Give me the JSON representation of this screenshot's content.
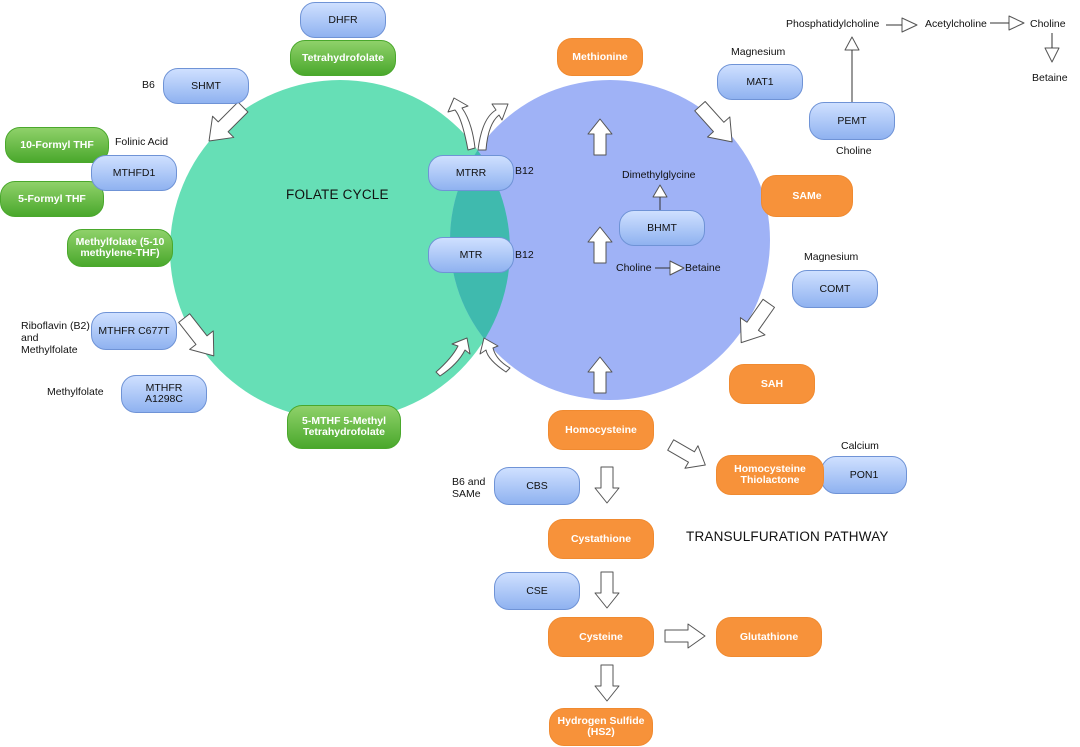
{
  "titles": {
    "folate_cycle": "FOLATE CYCLE",
    "transsulfuration": "TRANSULFURATION PATHWAY"
  },
  "enzymes": {
    "dhfr": "DHFR",
    "shmt": "SHMT",
    "mthfd1": "MTHFD1",
    "mthfr_c677t": "MTHFR C677T",
    "mthfr_a1298c": "MTHFR A1298C",
    "mtrr": "MTRR",
    "mtr": "MTR",
    "bhmt": "BHMT",
    "mat1": "MAT1",
    "pemt": "PEMT",
    "comt": "COMT",
    "cbs": "CBS",
    "cse": "CSE",
    "pon1": "PON1"
  },
  "folates": {
    "tetrahydrofolate": "Tetrahydrofolate",
    "formyl10": "10-Formyl THF",
    "formyl5": "5-Formyl THF",
    "methylfolate": "Methylfolate (5-10 methylene-THF)",
    "mthf": "5-MTHF 5-Methyl Tetrahydrofolate"
  },
  "metabolites": {
    "methionine": "Methionine",
    "same": "SAMe",
    "sah": "SAH",
    "homocysteine": "Homocysteine",
    "hcy_thiolactone": "Homocysteine Thiolactone",
    "cystathione": "Cystathione",
    "cysteine": "Cysteine",
    "glutathione": "Glutathione",
    "hydrogen_sulfide": "Hydrogen Sulfide (HS2)"
  },
  "cofactors": {
    "b6": "B6",
    "folinic_acid": "Folinic Acid",
    "riboflavin": "Riboflavin (B2) and Methylfolate",
    "methylfolate": "Methylfolate",
    "b12_mtrr": "B12",
    "b12_mtr": "B12",
    "magnesium_mat1": "Magnesium",
    "magnesium_comt": "Magnesium",
    "choline_pemt": "Choline",
    "calcium": "Calcium",
    "b6_same": "B6 and SAMe"
  },
  "bhmt_reaction": {
    "dimethylglycine": "Dimethylglycine",
    "choline": "Choline",
    "betaine": "Betaine"
  },
  "choline_pathway": {
    "phosphatidylcholine": "Phosphatidylcholine",
    "acetylcholine": "Acetylcholine",
    "choline": "Choline",
    "betaine": "Betaine"
  },
  "colors": {
    "folate_circle": "#66dfb6",
    "methylation_circle": "#9fb2f6",
    "overlap": "#3fbaae",
    "enzyme_blue": "#8fb2f0",
    "folate_green": "#4aa82c",
    "metabolite_orange": "#f7923a"
  }
}
